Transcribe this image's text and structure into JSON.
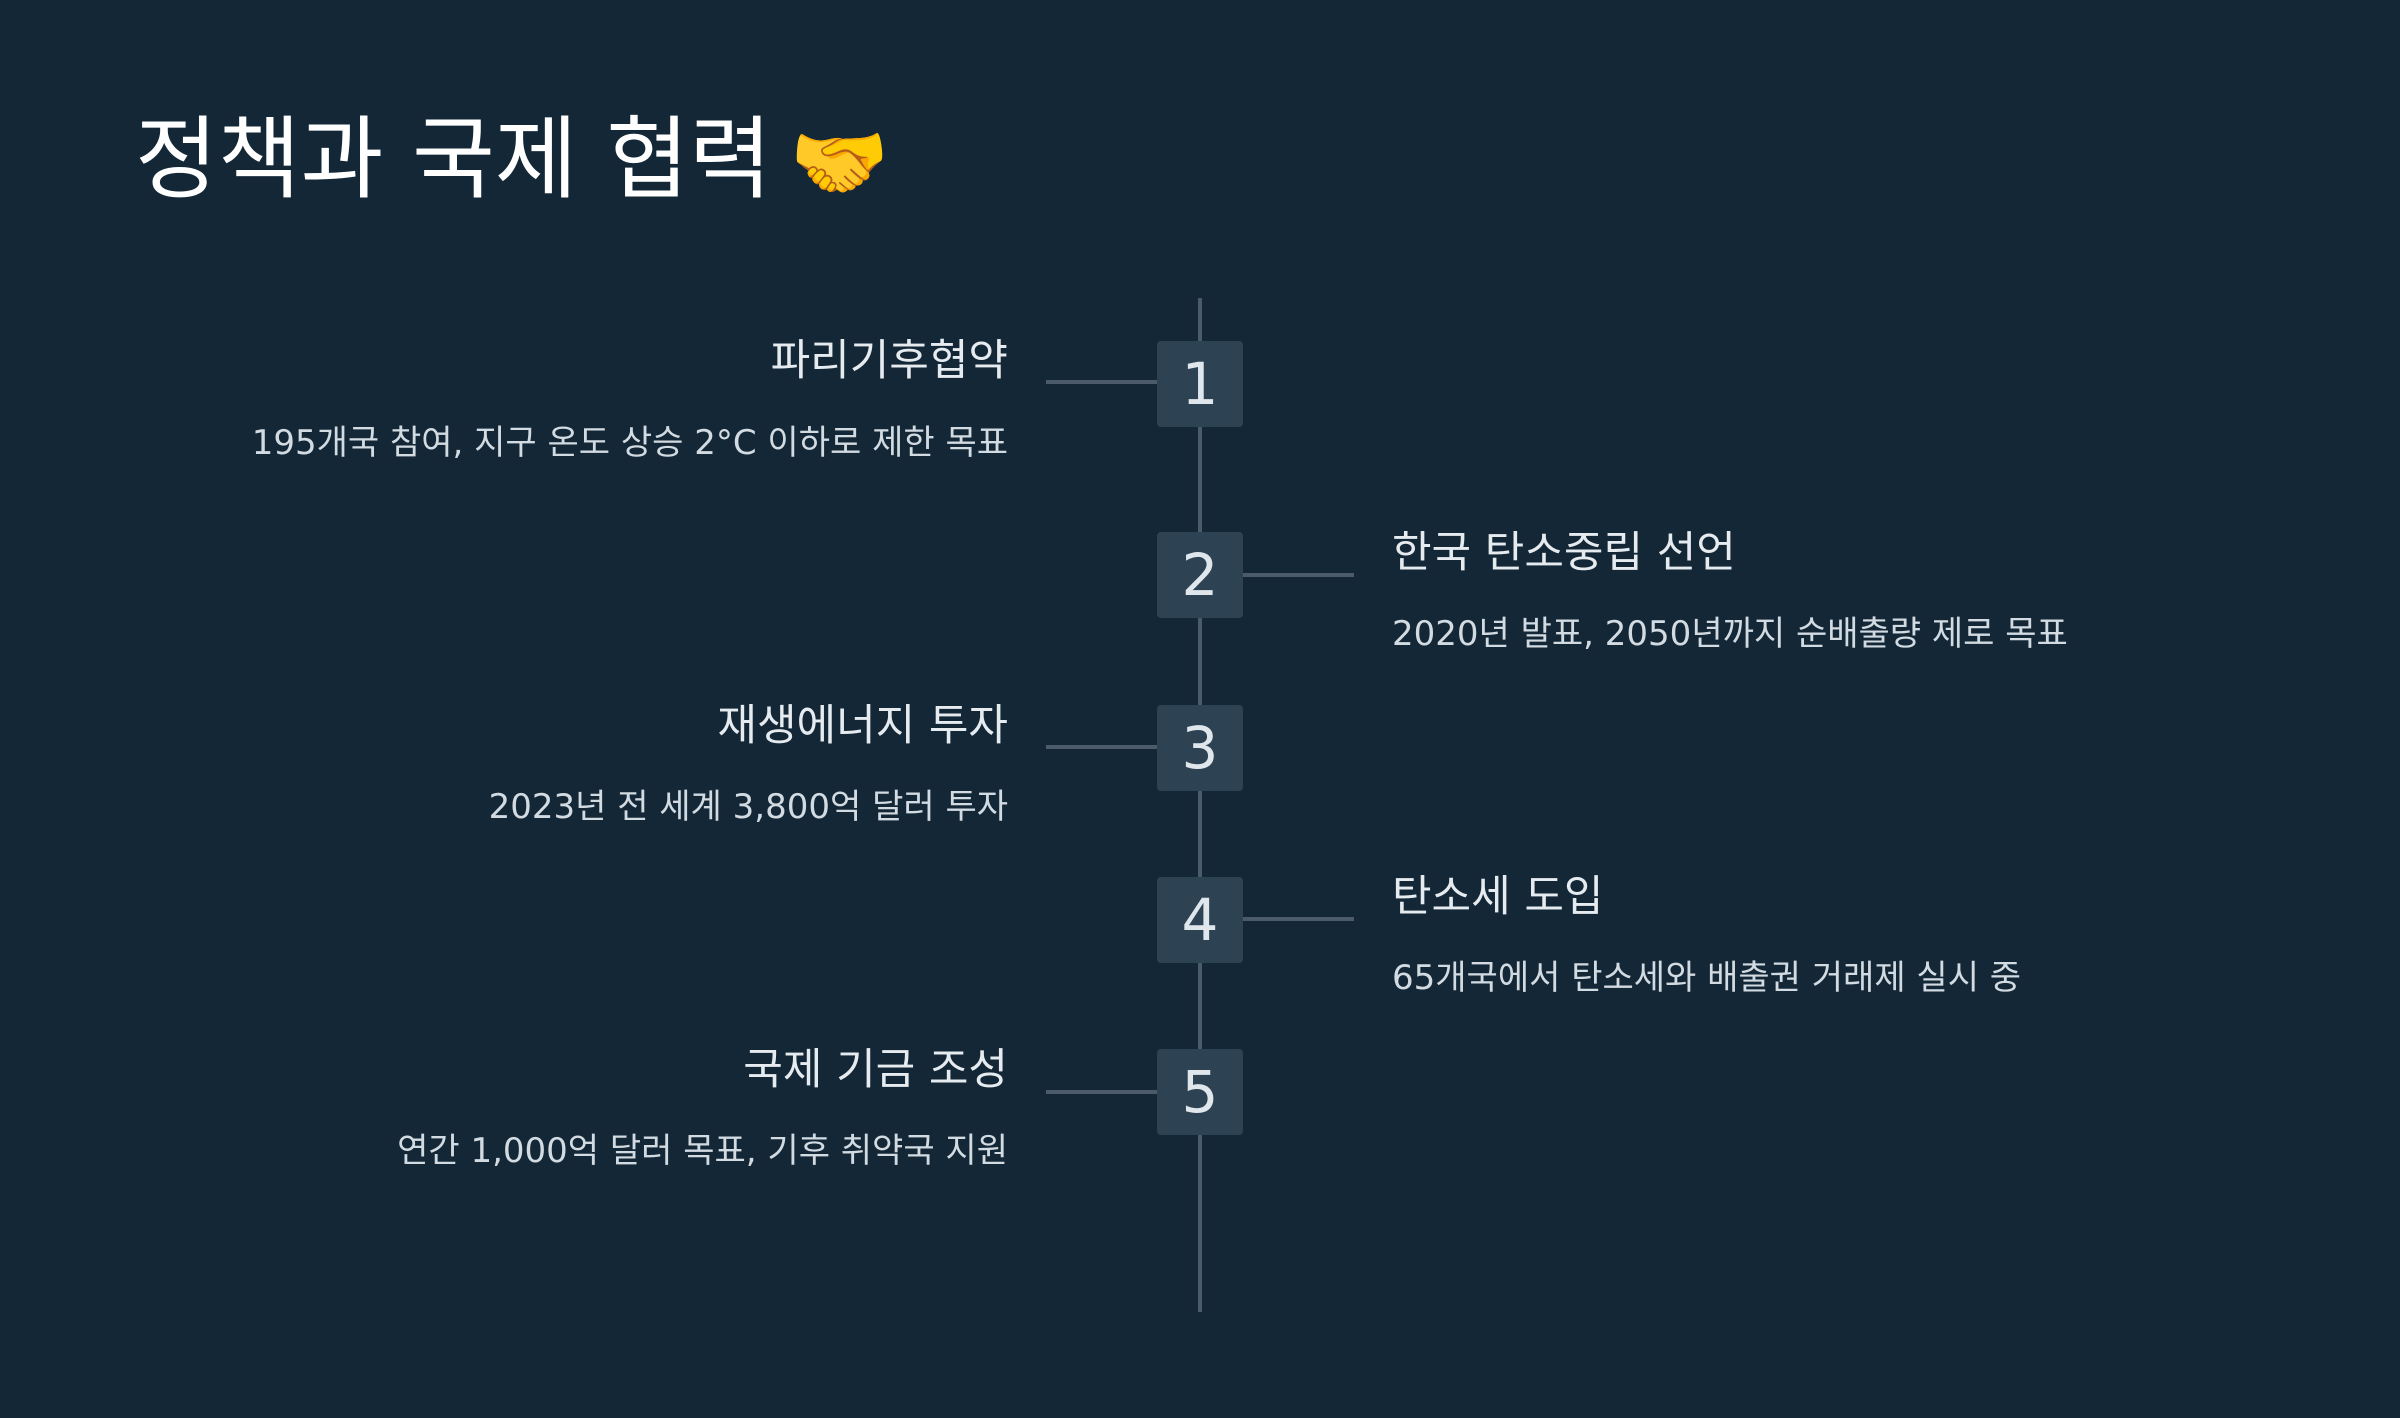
{
  "slide": {
    "title": "정책과 국제 협력",
    "title_emoji": "🤝"
  },
  "timeline": {
    "items": [
      {
        "number": "1",
        "side": "left",
        "title": "파리기후협약",
        "description": "195개국 참여, 지구 온도 상승 2°C 이하로 제한 목표"
      },
      {
        "number": "2",
        "side": "right",
        "title": "한국 탄소중립 선언",
        "description": "2020년 발표, 2050년까지 순배출량 제로 목표"
      },
      {
        "number": "3",
        "side": "left",
        "title": "재생에너지 투자",
        "description": "2023년 전 세계 3,800억 달러 투자"
      },
      {
        "number": "4",
        "side": "right",
        "title": "탄소세 도입",
        "description": "65개국에서 탄소세와 배출권 거래제 실시 중"
      },
      {
        "number": "5",
        "side": "left",
        "title": "국제 기금 조성",
        "description": "연간 1,000억 달러 목표, 기후 취약국 지원"
      }
    ]
  },
  "colors": {
    "background": "#132736",
    "marker": "#2d4353",
    "line": "#4b5b69",
    "text": "#e6ebf0"
  }
}
